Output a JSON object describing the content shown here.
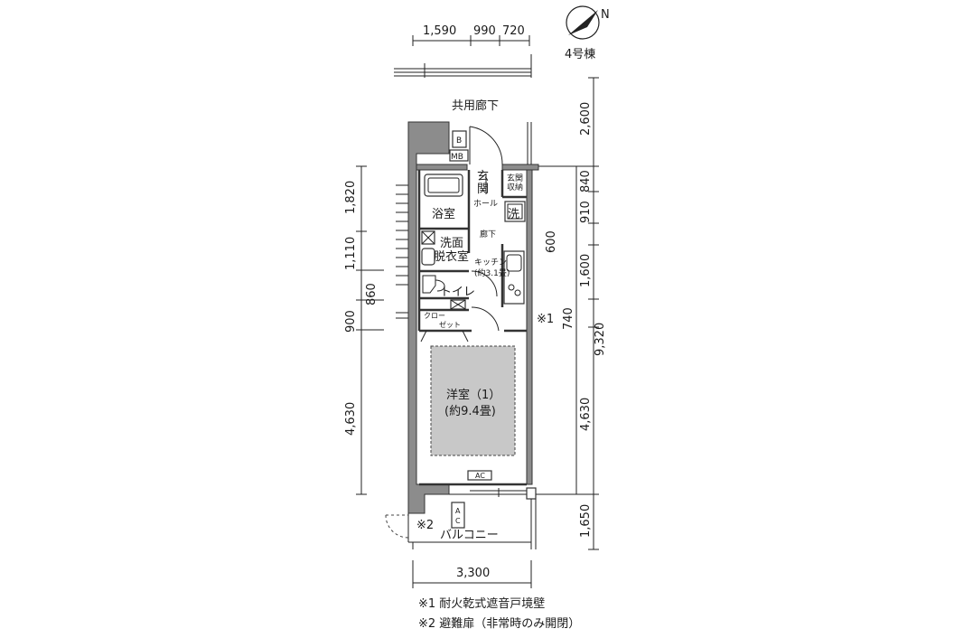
{
  "compass": {
    "north": "N",
    "building": "4号棟"
  },
  "top_dims": [
    "1,590",
    "990",
    "720"
  ],
  "corridor": "共用廊下",
  "left_dims": [
    "1,820",
    "1,110",
    "860",
    "900",
    "4,630"
  ],
  "right_inner_dims": [
    "2,600",
    "840",
    "910",
    "600",
    "1,600",
    "740",
    "4,630",
    "1,650"
  ],
  "right_total_dim": "9,320",
  "bottom_dim": "3,300",
  "rooms": {
    "mb": "MB",
    "b": "B",
    "genkan": [
      "玄",
      "関"
    ],
    "genkan_storage": [
      "玄関",
      "収納"
    ],
    "hall": "ホール",
    "bath": "浴室",
    "laundry": "洗",
    "rouka": "廊下",
    "washroom": [
      "洗面",
      "脱衣室"
    ],
    "kitchen": "キッチン",
    "kitchen_size": "(約3.1畳)",
    "toilet": "トイレ",
    "closet": [
      "クロー",
      "ゼット"
    ],
    "western": "洋室（1）",
    "western_size": "(約9.4畳)",
    "ac_room": "AC",
    "ac_balcony": [
      "A",
      "C"
    ],
    "balcony": "バルコニー",
    "mark1": "※1",
    "mark2": "※2"
  },
  "notes": [
    "※1 耐火乾式遮音戸境壁",
    "※2 避難扉（非常時のみ開閉）"
  ]
}
